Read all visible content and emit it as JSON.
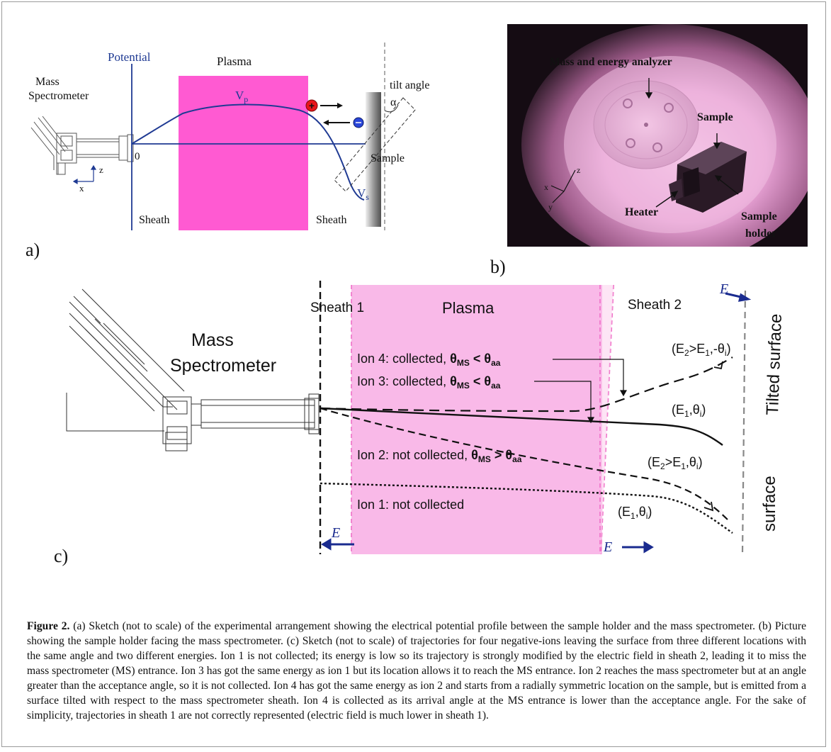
{
  "panel_a": {
    "letter": "a)",
    "potential_label": "Potential",
    "plasma_label": "Plasma",
    "ms_label_line1": "Mass",
    "ms_label_line2": "Spectrometer",
    "tilt_label": "tilt angle",
    "alpha": "α",
    "vp": "V",
    "vp_sub": "p",
    "vs": "V",
    "vs_sub": "s",
    "zero": "0",
    "sample": "Sample",
    "sheath_left": "Sheath",
    "sheath_right": "Sheath",
    "axis_z": "z",
    "axis_x": "x"
  },
  "panel_b": {
    "letter": "b)",
    "analyzer": "Mass and energy analyzer",
    "sample": "Sample",
    "heater": "Heater",
    "holder_line1": "Sample",
    "holder_line2": "holder",
    "axis_x": "x",
    "axis_y": "y",
    "axis_z": "z"
  },
  "panel_c": {
    "letter": "c)",
    "sheath1": "Sheath 1",
    "sheath2": "Sheath 2",
    "plasma": "Plasma",
    "ms_line1": "Mass",
    "ms_line2": "Spectrometer",
    "ion4_prefix": "Ion 4: collected, ",
    "ion4_rel": " < ",
    "ion3_prefix": "Ion 3: collected, ",
    "ion3_rel": " < ",
    "ion2_prefix": "Ion 2: not collected, ",
    "ion2_rel": " > ",
    "ion1": "Ion 1: not collected",
    "theta": "θ",
    "sub_ms": "MS",
    "sub_aa": "aa",
    "label_e2_neg": "(E",
    "label_e1_theta": "(E",
    "label_e2_theta": "(E",
    "label_e1_theta_b": "(E",
    "tilted_surface": "Tilted surface",
    "surface": "surface",
    "e_field": "E"
  },
  "caption": {
    "label": "Figure 2.",
    "text": " (a) Sketch (not to scale) of the experimental arrangement showing the electrical potential profile between the sample holder and the mass spectrometer. (b) Picture showing the sample holder facing the mass spectrometer. (c) Sketch (not to scale) of trajectories for four negative-ions leaving the surface from three different locations with the same angle and two different energies. Ion 1 is not collected; its energy is low so its trajectory is strongly modified by the electric field in sheath 2, leading it to miss the mass spectrometer (MS) entrance. Ion 3 has got the same energy as ion 1 but its location allows it to reach the MS entrance. Ion 2 reaches the mass spectrometer but at an angle greater than the acceptance angle, so it is not collected. Ion 4 has got the same energy as ion 2 and starts from a radially symmetric location on the sample, but is emitted from a surface tilted with respect to the mass spectrometer sheath. Ion 4 is collected as its arrival angle at the MS entrance is lower than the acceptance angle. For the sake of simplicity, trajectories in sheath 1 are not correctly represented (electric field is much lower in sheath 1)."
  },
  "colors": {
    "plasma_a": "#ff5ad2",
    "plasma_c": "#f9b9e8",
    "potential_blue": "#1f3a93",
    "field_blue": "#1a2b8f"
  }
}
